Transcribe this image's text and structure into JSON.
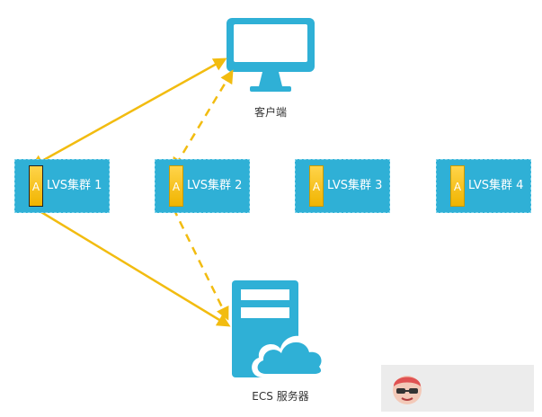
{
  "client": {
    "label": "客户端",
    "icon": "monitor-icon"
  },
  "server": {
    "label": "ECS 服务器",
    "icon": "cloud-server-icon"
  },
  "clusters": [
    {
      "badge": "A",
      "label": "LVS集群 1",
      "active": true
    },
    {
      "badge": "A",
      "label": "LVS集群 2",
      "active": false
    },
    {
      "badge": "A",
      "label": "LVS集群 3",
      "active": false
    },
    {
      "badge": "A",
      "label": "LVS集群 4",
      "active": false
    }
  ],
  "colors": {
    "primary": "#2fb0d6",
    "badge": "#f5be0b",
    "arrow": "#f2bc10",
    "text": "#333333"
  }
}
